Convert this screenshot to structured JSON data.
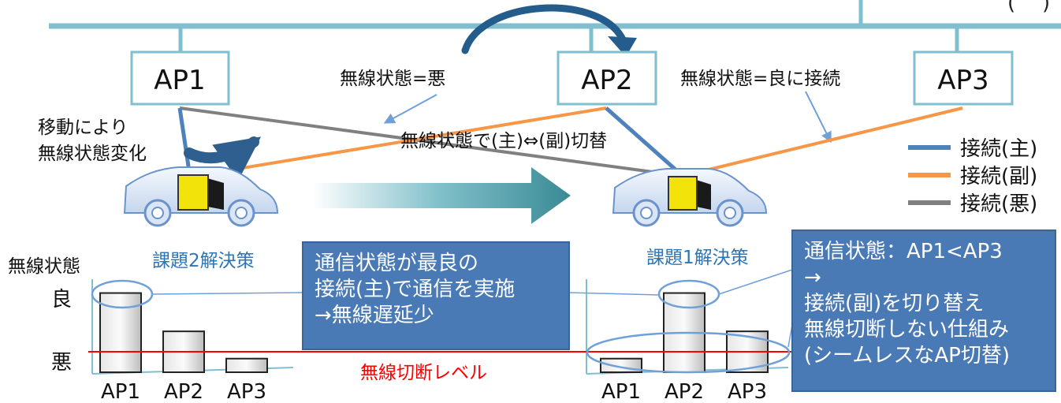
{
  "network": {
    "access_points": [
      "AP1",
      "AP2",
      "AP3"
    ],
    "top_right_fragment": "(",
    "top_right_fragment2": ")"
  },
  "labels": {
    "bad_state": "無線状態=悪",
    "good_state_connect": "無線状態=良に接続",
    "switch_label": "無線状態で(主)⇔(副)切替",
    "movement_line1": "移動により",
    "movement_line2": "無線状態変化"
  },
  "legend": {
    "items": [
      {
        "label": "接続(主)",
        "color": "#4f81bd"
      },
      {
        "label": "接続(副)",
        "color": "#f79646"
      },
      {
        "label": "接続(悪)",
        "color": "#808080"
      }
    ]
  },
  "charts": {
    "ylabel": "無線状態",
    "level_good": "良",
    "level_bad": "悪",
    "cutoff_label": "無線切断レベル",
    "cutoff_color": "#ff0000",
    "left_title": "課題2解決策",
    "right_title": "課題1解決策"
  },
  "chart_data": [
    {
      "type": "bar",
      "title": "課題2解決策",
      "categories": [
        "AP1",
        "AP2",
        "AP3"
      ],
      "values": [
        0.93,
        0.48,
        0.16
      ],
      "ylabel": "無線状態",
      "ylim": [
        0,
        1
      ]
    },
    {
      "type": "bar",
      "title": "課題1解決策",
      "categories": [
        "AP1",
        "AP2",
        "AP3"
      ],
      "values": [
        0.16,
        0.93,
        0.48
      ],
      "ylim": [
        0,
        1
      ]
    }
  ],
  "callouts": {
    "left": [
      "通信状態が最良の",
      "接続(主)で通信を実施",
      "→無線遅延少"
    ],
    "right": [
      "通信状態：AP1<AP3",
      "→",
      "接続(副)を切り替え",
      "無線切断しない仕組み",
      "(シームレスなAP切替)"
    ]
  },
  "colors": {
    "bus": "#7fbfcf",
    "accent_blue": "#2e75b6",
    "callout_bg": "#4a7ab5"
  }
}
